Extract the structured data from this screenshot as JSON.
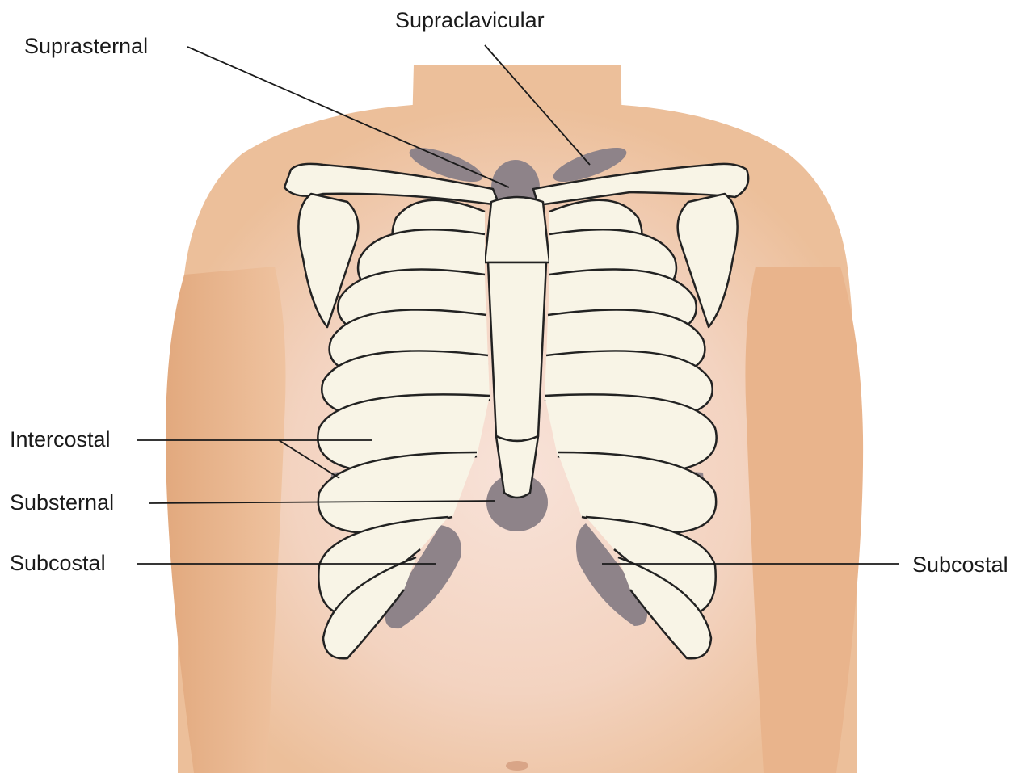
{
  "labels": {
    "supraclavicular": "Supraclavicular",
    "suprasternal": "Suprasternal",
    "intercostal": "Intercostal",
    "substernal": "Substernal",
    "subcostal_left": "Subcostal",
    "subcostal_right": "Subcostal"
  },
  "colors": {
    "background": "#ffffff",
    "skin": "#ecbf9a",
    "skin_light": "#f6dccd",
    "bone": "#f8f4e6",
    "bone_outline": "#222222",
    "retraction_area": "#8e8389",
    "leader_line": "#1a1a1a"
  }
}
